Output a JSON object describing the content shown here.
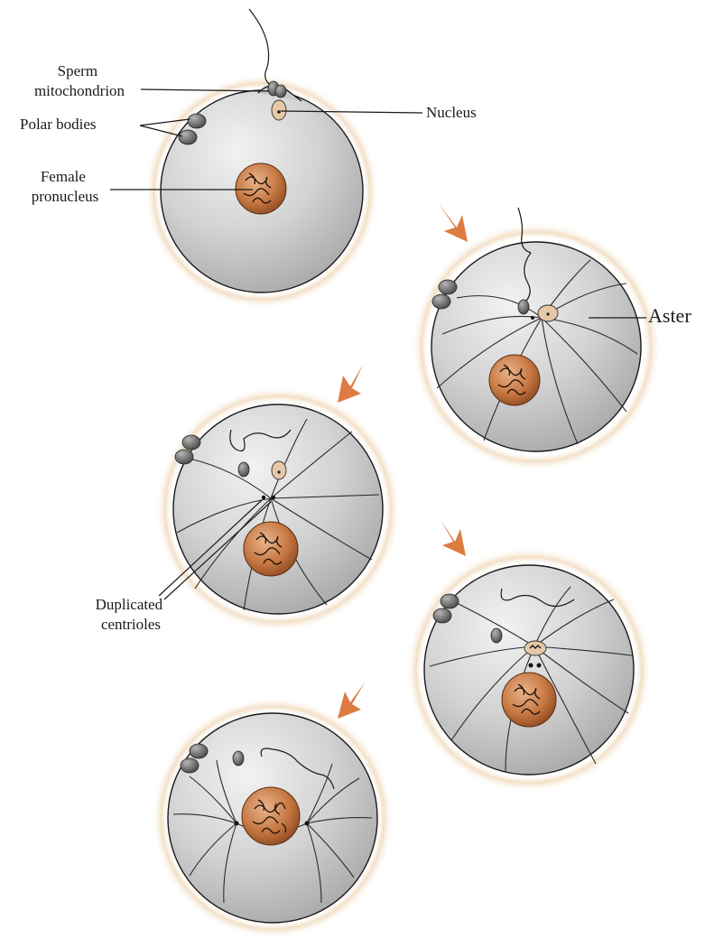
{
  "labels": {
    "sperm_mitochondrion": [
      "Sperm",
      "mitochondrion"
    ],
    "polar_bodies": "Polar bodies",
    "female_pronucleus": [
      "Female",
      "pronucleus"
    ],
    "nucleus": "Nucleus",
    "aster": "Aster",
    "duplicated_centrioles": [
      "Duplicated",
      "centrioles"
    ]
  },
  "colors": {
    "egg_fill": "#c9c9c9",
    "egg_highlight": "#eeeeee",
    "halo": "#f3e4cc",
    "pronucleus": "#b4602e",
    "arrow": "#d96d2c",
    "polar_body": "#6f6f6f",
    "sperm_nucleus": "#e6c7a6"
  },
  "stages": [
    {
      "stage": 1,
      "aster_visible": false
    },
    {
      "stage": 2,
      "aster_visible": true
    },
    {
      "stage": 3,
      "aster_visible": true,
      "centrioles": "duplicated"
    },
    {
      "stage": 4,
      "aster_visible": true
    },
    {
      "stage": 5,
      "aster_visible": true
    }
  ]
}
